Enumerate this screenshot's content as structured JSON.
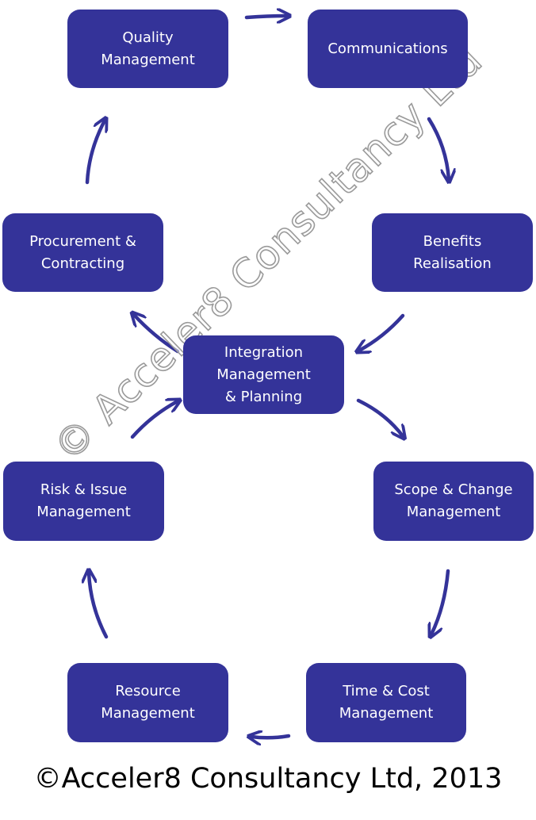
{
  "diagram": {
    "nodes": [
      {
        "id": "quality",
        "label": "Quality\nManagement"
      },
      {
        "id": "communications",
        "label": "Communications"
      },
      {
        "id": "benefits",
        "label": "Benefits\nRealisation"
      },
      {
        "id": "procurement",
        "label": "Procurement &\nContracting"
      },
      {
        "id": "integration",
        "label": "Integration\nManagement\n& Planning"
      },
      {
        "id": "risk",
        "label": "Risk & Issue\nManagement"
      },
      {
        "id": "scope",
        "label": "Scope & Change\nManagement"
      },
      {
        "id": "resource",
        "label": "Resource\nManagement"
      },
      {
        "id": "timecost",
        "label": "Time & Cost\nManagement"
      }
    ],
    "edges": [
      {
        "from": "quality",
        "to": "communications"
      },
      {
        "from": "communications",
        "to": "benefits"
      },
      {
        "from": "benefits",
        "to": "integration"
      },
      {
        "from": "integration",
        "to": "scope"
      },
      {
        "from": "scope",
        "to": "timecost"
      },
      {
        "from": "timecost",
        "to": "resource"
      },
      {
        "from": "resource",
        "to": "risk"
      },
      {
        "from": "risk",
        "to": "integration"
      },
      {
        "from": "integration",
        "to": "procurement"
      },
      {
        "from": "procurement",
        "to": "quality"
      }
    ],
    "colors": {
      "box": "#343399",
      "arrow": "#343399",
      "text": "#ffffff"
    }
  },
  "watermark": "© Acceler8 Consultancy Ltd",
  "footer": "©Acceler8 Consultancy Ltd, 2013"
}
